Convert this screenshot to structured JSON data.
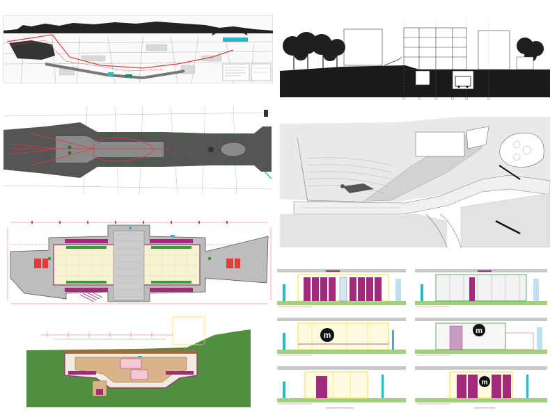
{
  "sheet": {
    "background": "#ffffff",
    "panels": [
      {
        "id": "site-plan-strip",
        "kind": "urban site plan"
      },
      {
        "id": "building-section",
        "kind": "building cross-section"
      },
      {
        "id": "avenue-plan",
        "kind": "avenue plan"
      },
      {
        "id": "station-site-plan",
        "kind": "grayscale site plan"
      },
      {
        "id": "station-floor-plan",
        "kind": "CAD floor plan"
      },
      {
        "id": "station-long-section",
        "kind": "CAD longitudinal section"
      },
      {
        "id": "entrance-elevations",
        "kind": "6 entrance pavilion elevations"
      }
    ]
  },
  "colors": {
    "plan_red": "#e23b3b",
    "cad_magenta": "#a12a7a",
    "cad_green": "#3a9a3a",
    "cad_yellow": "#f2e23a",
    "cad_cyan": "#29b8c8",
    "tree_green": "#2f6b2f",
    "ground_green": "#4f8f3f",
    "asphalt_gray": "#555555",
    "metro_black": "#111111"
  },
  "elevations": [
    {
      "id": "elev-1",
      "has_logo": false
    },
    {
      "id": "elev-2",
      "has_logo": false
    },
    {
      "id": "elev-3",
      "has_logo": true
    },
    {
      "id": "elev-4",
      "has_logo": true
    },
    {
      "id": "elev-5",
      "has_logo": false
    },
    {
      "id": "elev-6",
      "has_logo": true
    }
  ],
  "logo": {
    "glyph": "m"
  }
}
